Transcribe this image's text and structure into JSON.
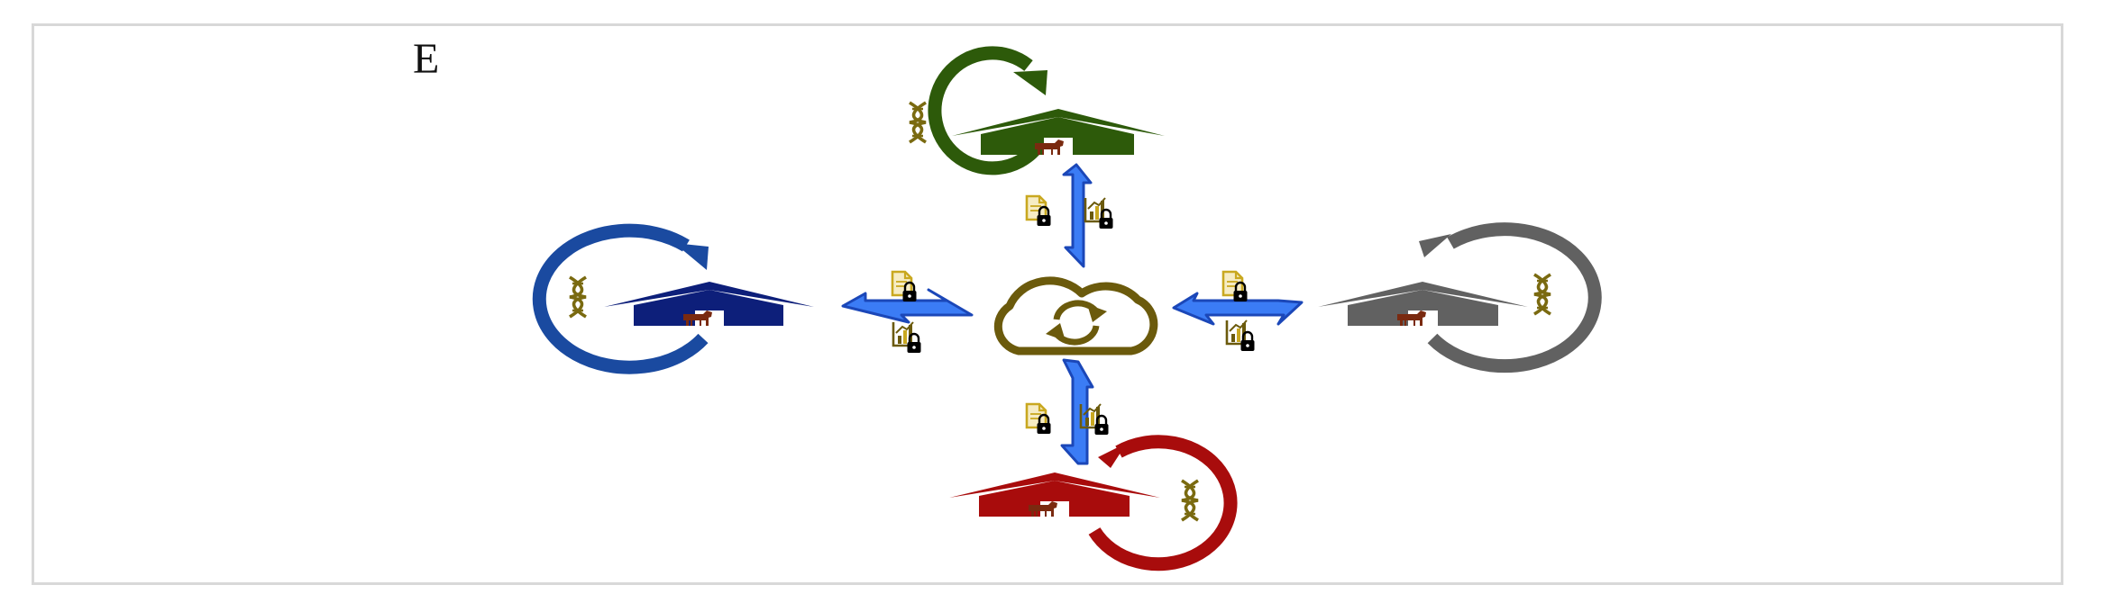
{
  "panel": {
    "label": "E"
  },
  "colors": {
    "green_farm": "#2d5a0a",
    "blue_farm": "#1a4aa0",
    "blue_building": "#0d1f7a",
    "gray_farm": "#616161",
    "red_farm": "#a80c0c",
    "exchange_arrow": "#3b7cf5",
    "exchange_arrow_stroke": "#1b47b8",
    "cloud": "#6b5a0c",
    "dna_icon": "#7a6a10",
    "document_icon": "#c9a820",
    "chart_icon": "#6b5a0c",
    "lock_icon": "#000000",
    "animal_icon": "#7a2a10"
  },
  "nodes": [
    {
      "id": "cloud",
      "icon": "cloud-sync-icon"
    },
    {
      "id": "farm-top",
      "color": "green",
      "icons": [
        "barn-icon",
        "dna-icon",
        "cattle-icon",
        "cycle-arrow-icon"
      ]
    },
    {
      "id": "farm-left",
      "color": "blue",
      "icons": [
        "barn-icon",
        "dna-icon",
        "cattle-icon",
        "cycle-arrow-icon"
      ]
    },
    {
      "id": "farm-right",
      "color": "gray",
      "icons": [
        "barn-icon",
        "dna-icon",
        "cattle-icon",
        "cycle-arrow-icon"
      ]
    },
    {
      "id": "farm-bottom",
      "color": "red",
      "icons": [
        "barn-icon",
        "dna-icon",
        "cattle-icon",
        "cycle-arrow-icon"
      ]
    }
  ],
  "links": [
    {
      "from": "farm-top",
      "to": "cloud",
      "icons": [
        "locked-document-icon",
        "locked-chart-icon"
      ]
    },
    {
      "from": "farm-left",
      "to": "cloud",
      "icons": [
        "locked-document-icon",
        "locked-chart-icon"
      ]
    },
    {
      "from": "farm-right",
      "to": "cloud",
      "icons": [
        "locked-document-icon",
        "locked-chart-icon"
      ]
    },
    {
      "from": "farm-bottom",
      "to": "cloud",
      "icons": [
        "locked-document-icon",
        "locked-chart-icon"
      ]
    }
  ]
}
